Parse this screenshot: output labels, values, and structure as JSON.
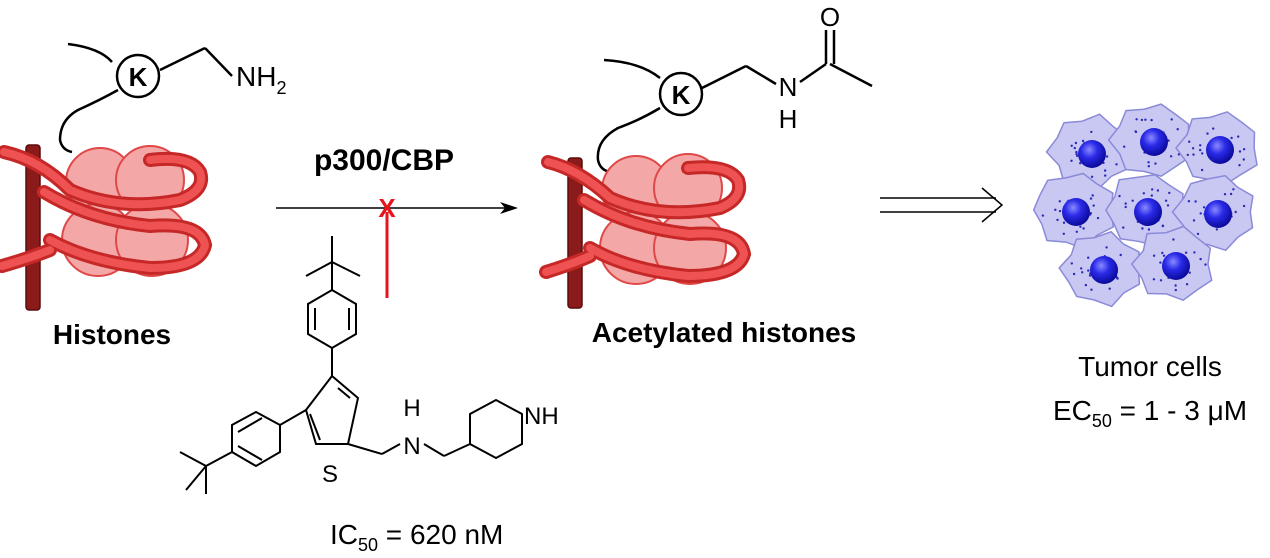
{
  "labels": {
    "histones": "Histones",
    "acetylated": "Acetylated histones",
    "enzyme": "p300/CBP",
    "tumor": "Tumor cells",
    "ec50_prefix": "EC",
    "ec50_sub": "50",
    "ec50_value": " = 1 - 3 μM",
    "ic50_prefix": "IC",
    "ic50_sub": "50",
    "ic50_value": " = 620 nM",
    "lysine": "K",
    "nh2": "NH",
    "nh2_sub": "2",
    "amide_n": "N",
    "amide_h": "H",
    "amide_o": "O",
    "sulfur": "S",
    "amine_h": "H",
    "amine_n": "N",
    "pip_nh": "NH",
    "inhibit_mark": "X"
  },
  "colors": {
    "dna": "#e9383a",
    "dna_dark": "#8b1a1a",
    "histone_fill": "#f4a7a7",
    "histone_stroke": "#e04848",
    "inhibit": "#e8141c",
    "cell_fill": "#c8c8f2",
    "cell_stroke": "#8a8ad8",
    "nucleus": "#2222dd"
  }
}
